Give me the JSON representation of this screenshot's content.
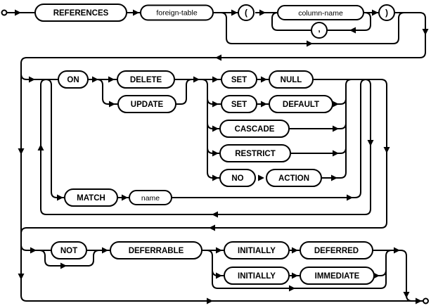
{
  "diagram": {
    "kind": "railroad-syntax-diagram",
    "colors": {
      "line": "#000000",
      "background": "#ffffff",
      "text": "#000000"
    },
    "labels": {
      "references": "REFERENCES",
      "foreign_table": "foreign-table",
      "open_paren": "(",
      "column_name": "column-name",
      "comma": ",",
      "close_paren": ")",
      "on": "ON",
      "delete": "DELETE",
      "update": "UPDATE",
      "set_a": "SET",
      "null": "NULL",
      "set_b": "SET",
      "default": "DEFAULT",
      "cascade": "CASCADE",
      "restrict": "RESTRICT",
      "no": "NO",
      "action": "ACTION",
      "match": "MATCH",
      "name": "name",
      "not": "NOT",
      "deferrable": "DEFERRABLE",
      "initially_a": "INITIALLY",
      "deferred": "DEFERRED",
      "initially_b": "INITIALLY",
      "immediate": "IMMEDIATE"
    }
  }
}
